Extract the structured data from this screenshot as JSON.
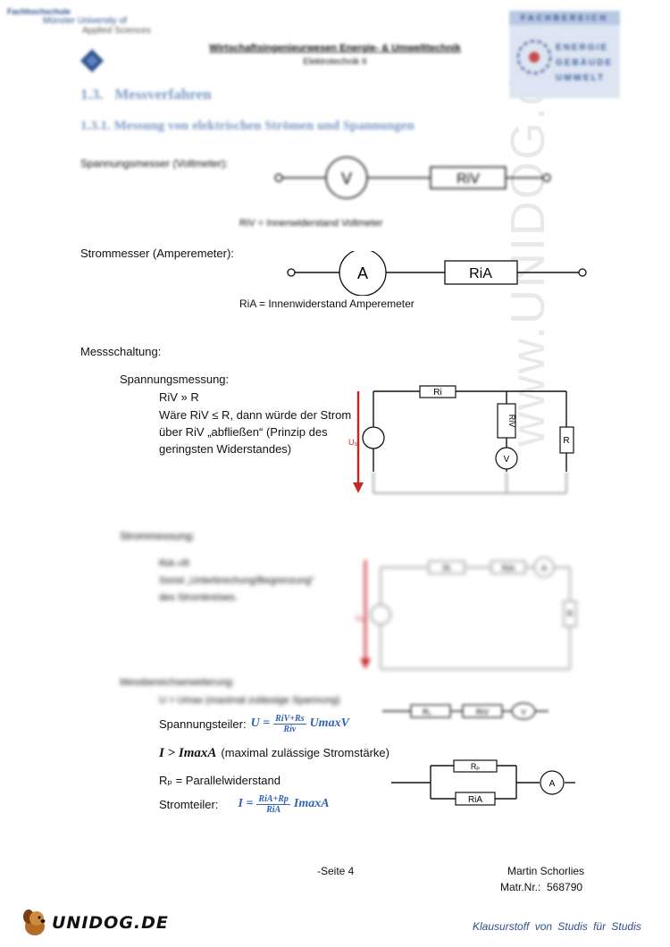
{
  "header": {
    "uni_line1": "Fachhochschule",
    "uni_line2": "Münster University of",
    "uni_line3": "Applied Sciences",
    "course": "Wirtschaftsingenieurwesen Energie- & Umwelttechnik",
    "subject": "Elektrotechnik II",
    "dept_title": "FACHBEREICH",
    "dept_lines": [
      "ENERGIE",
      "GEBÄUDE",
      "UMWELT"
    ]
  },
  "section": {
    "title": "1.3.   Messverfahren"
  },
  "subsection": {
    "title": "1.3.1. Messung von elektrischen Strömen und Spannungen"
  },
  "voltmeter": {
    "label": "Spannungsmesser (Voltmeter):",
    "meter": "V",
    "resistor": "RiV",
    "caption": "RiV = Innenwiderstand Voltmeter"
  },
  "ammeter": {
    "label": "Strommesser (Amperemeter):",
    "meter": "A",
    "resistor": "RiA",
    "caption": "RiA = Innenwiderstand Amperemeter"
  },
  "messschaltung": {
    "label": "Messschaltung:"
  },
  "spannungsmessung": {
    "label": "Spannungsmessung:",
    "line1": "RiV » R",
    "line2": "Wäre RiV ≤ R, dann würde der Strom",
    "line3": "über RiV „abfließen“ (Prinzip des",
    "line4": "geringsten Widerstandes)",
    "ri": "Ri",
    "riv": "RiV",
    "r": "R",
    "v": "V",
    "u0": "U₀"
  },
  "strommessung": {
    "label": "Strommessung:",
    "line1": "RiA «R",
    "line2": "Sonst „Unterbrechung/Begrenzung“",
    "line3": "des Stromkreises.",
    "ri": "Ri",
    "ria": "RiA",
    "a": "A",
    "r": "R",
    "u0": "U₀"
  },
  "erweiterung": {
    "label": "Messbereichserweiterung:",
    "cond1": "U > Umax (maximal zulässige Spannung)",
    "teiler_label": "Spannungsteiler:",
    "teiler_u": "U =",
    "teiler_num": "RiV+Rs",
    "teiler_den": "Riv",
    "teiler_tail": "UmaxV",
    "cond2_math": "I > ImaxA",
    "cond2_text": "(maximal zulässige Stromstärke)",
    "rp_text": "Rₚ = Parallelwiderstand",
    "stromteiler_label": "Stromteiler:",
    "st_i": "I =",
    "st_num": "RiA+Rp",
    "st_den": "RiA",
    "st_tail": "ImaxA",
    "rs": "Rₛ",
    "riv": "RiV",
    "v": "V",
    "rp": "Rₚ",
    "ria": "RiA",
    "a": "A"
  },
  "footer": {
    "page": "-Seite 4",
    "author": "Martin Schorlies",
    "matr": "Matr.Nr.:  568790"
  },
  "branding": {
    "logo": "UNIDOG.DE",
    "slogan": "Klausurstoff von Studis für Studis",
    "watermark": "www.UNIDOG.de"
  }
}
